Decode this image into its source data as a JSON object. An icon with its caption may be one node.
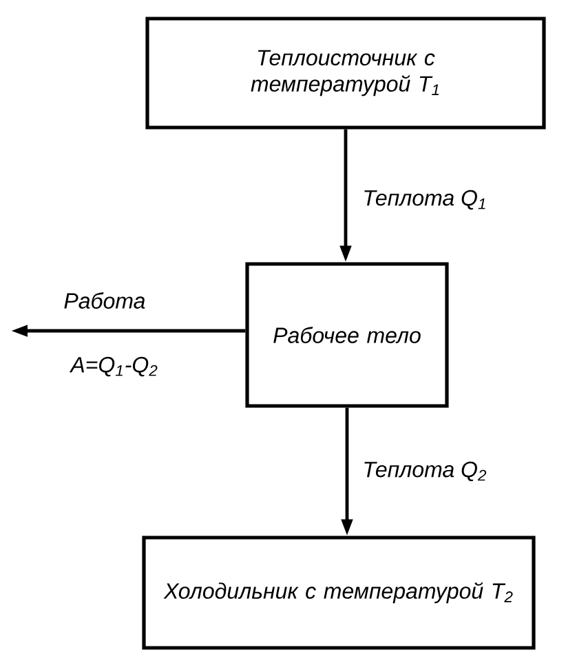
{
  "diagram": {
    "nodes": [
      {
        "text": [
          "Теплоисточник с температурой T$_{1}$"
        ]
      },
      {
        "text": [
          "Рабочее тело"
        ]
      },
      {
        "text": [
          "Холодильник с температурой T$_{2}$"
        ]
      }
    ],
    "edges": [
      {
        "from": 0,
        "to": 1,
        "arrow": "to",
        "label": "Теплота Q$_{1}$"
      },
      {
        "from": 1,
        "to": null,
        "arrow": "to",
        "label": "Работа"
      },
      {
        "from": 1,
        "to": 2,
        "arrow": "to",
        "label": "Теплота Q$_{2}$"
      }
    ],
    "labels": [
      "A=Q$_{1}$-Q$_{2}$"
    ]
  }
}
